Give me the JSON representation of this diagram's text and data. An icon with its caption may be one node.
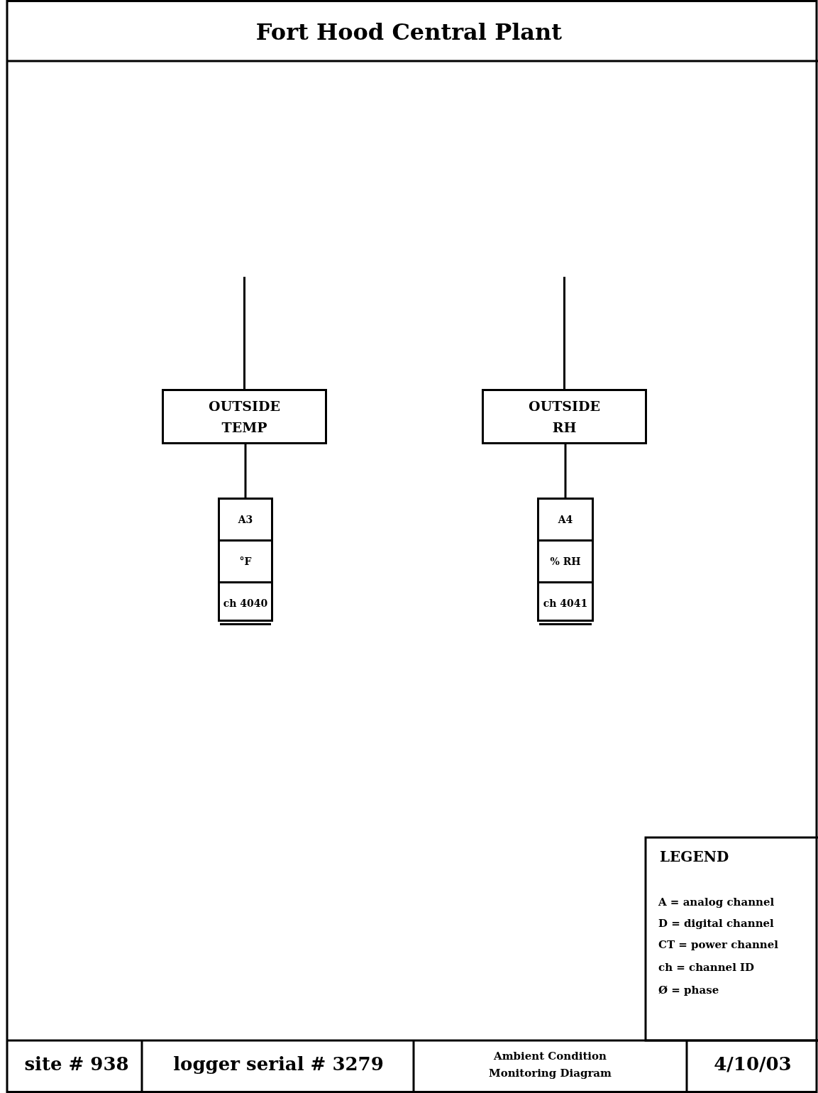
{
  "diagram": {
    "title": "Fort Hood Central Plant",
    "nodes": [
      {
        "text": [
          "OUTSIDE TEMP"
        ]
      },
      {
        "text": [
          "A3",
          "°F",
          "ch 4040"
        ]
      },
      {
        "text": [
          "OUTSIDE RH"
        ]
      },
      {
        "text": [
          "A4",
          "% RH",
          "ch 4041"
        ]
      }
    ],
    "edges": [
      {
        "from": null,
        "to": 0,
        "arrow": "none"
      },
      {
        "from": 0,
        "to": 1,
        "arrow": "none"
      },
      {
        "from": null,
        "to": 2,
        "arrow": "none"
      },
      {
        "from": 2,
        "to": 3,
        "arrow": "none"
      }
    ],
    "labels": [
      "LEGEND",
      "A = analog channel",
      "D = digital channel",
      "CT = power channel",
      "ch = channel ID",
      "Ø = phase",
      "site # 938",
      "logger serial # 3279",
      "Ambient Condition Monitoring Diagram",
      "4/10/03"
    ]
  }
}
